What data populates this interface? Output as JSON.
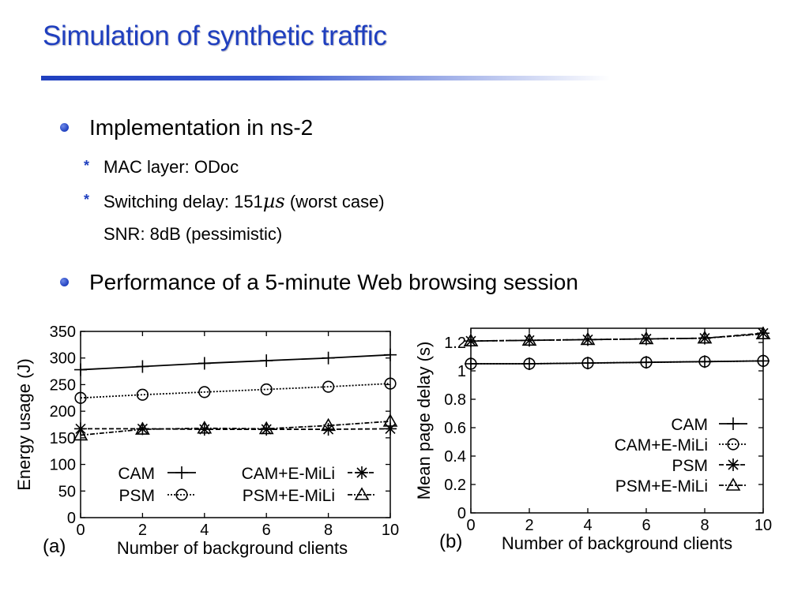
{
  "slide": {
    "title": "Simulation of synthetic traffic",
    "bullets": [
      {
        "text": "Implementation in ns-2",
        "subitems": [
          {
            "text": "MAC layer: ODoc"
          },
          {
            "text_before": "Switching delay: 151",
            "unit": "µs",
            "text_after": " (worst case)",
            "continuation": "SNR: 8dB (pessimistic)"
          }
        ]
      },
      {
        "text": "Performance of a 5-minute Web browsing session"
      }
    ],
    "colors": {
      "title": "#1f3fbf",
      "bullet": "#1f3fbf"
    }
  },
  "chart_data": [
    {
      "type": "line",
      "panel_label": "(a)",
      "xlabel": "Number of background clients",
      "ylabel": "Energy usage (J)",
      "xlim": [
        0,
        10
      ],
      "ylim": [
        0,
        350
      ],
      "xticks": [
        "0",
        "2",
        "4",
        "6",
        "8",
        "10"
      ],
      "yticks": [
        "0",
        "50",
        "100",
        "150",
        "200",
        "250",
        "300",
        "350"
      ],
      "x": [
        0,
        2,
        4,
        6,
        8,
        10
      ],
      "legend_position": "bottom",
      "series": [
        {
          "name": "CAM",
          "marker": "plus",
          "values": [
            278,
            284,
            290,
            295,
            300,
            306
          ]
        },
        {
          "name": "PSM",
          "marker": "circle",
          "values": [
            225,
            231,
            236,
            241,
            246,
            252
          ]
        },
        {
          "name": "CAM+E-MiLi",
          "marker": "asterisk",
          "values": [
            167,
            167,
            166,
            166,
            166,
            167
          ]
        },
        {
          "name": "PSM+E-MiLi",
          "marker": "triangle",
          "values": [
            155,
            166,
            168,
            167,
            173,
            181
          ]
        }
      ]
    },
    {
      "type": "line",
      "panel_label": "(b)",
      "xlabel": "Number of background clients",
      "ylabel": "Mean page delay (s)",
      "xlim": [
        0,
        10
      ],
      "ylim": [
        0,
        1.3
      ],
      "xticks": [
        "0",
        "2",
        "4",
        "6",
        "8",
        "10"
      ],
      "yticks": [
        "0",
        "0.2",
        "0.4",
        "0.6",
        "0.8",
        "1",
        "1.2"
      ],
      "x": [
        0,
        2,
        4,
        6,
        8,
        10
      ],
      "legend_position": "right",
      "series": [
        {
          "name": "CAM",
          "marker": "plus",
          "values": [
            1.05,
            1.05,
            1.055,
            1.06,
            1.065,
            1.07
          ]
        },
        {
          "name": "CAM+E-MiLi",
          "marker": "circle",
          "values": [
            1.05,
            1.05,
            1.055,
            1.06,
            1.065,
            1.07
          ]
        },
        {
          "name": "PSM",
          "marker": "asterisk",
          "values": [
            1.21,
            1.215,
            1.22,
            1.225,
            1.23,
            1.265
          ]
        },
        {
          "name": "PSM+E-MiLi",
          "marker": "triangle",
          "values": [
            1.21,
            1.215,
            1.22,
            1.225,
            1.23,
            1.26
          ]
        }
      ]
    }
  ]
}
